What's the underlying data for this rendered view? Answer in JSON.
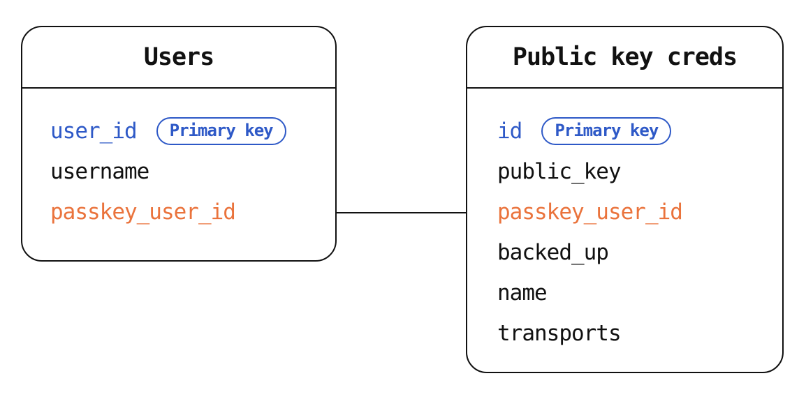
{
  "diagram": {
    "type": "entity-relationship",
    "tables": [
      {
        "title": "Users",
        "fields": [
          {
            "name": "user_id",
            "color": "blue",
            "badge": "Primary key"
          },
          {
            "name": "username",
            "color": "default",
            "badge": null
          },
          {
            "name": "passkey_user_id",
            "color": "orange",
            "badge": null
          }
        ]
      },
      {
        "title": "Public key creds",
        "fields": [
          {
            "name": "id",
            "color": "blue",
            "badge": "Primary key"
          },
          {
            "name": "public_key",
            "color": "default",
            "badge": null
          },
          {
            "name": "passkey_user_id",
            "color": "orange",
            "badge": null
          },
          {
            "name": "backed_up",
            "color": "default",
            "badge": null
          },
          {
            "name": "name",
            "color": "default",
            "badge": null
          },
          {
            "name": "transports",
            "color": "default",
            "badge": null
          }
        ]
      }
    ],
    "relationship": {
      "from_table": "Users",
      "from_field": "passkey_user_id",
      "to_table": "Public key creds",
      "to_field": "passkey_user_id"
    },
    "colors": {
      "primary_key_blue": "#2e59c7",
      "foreign_key_orange": "#ea733c",
      "line_black": "#111111",
      "background": "#ffffff"
    }
  }
}
